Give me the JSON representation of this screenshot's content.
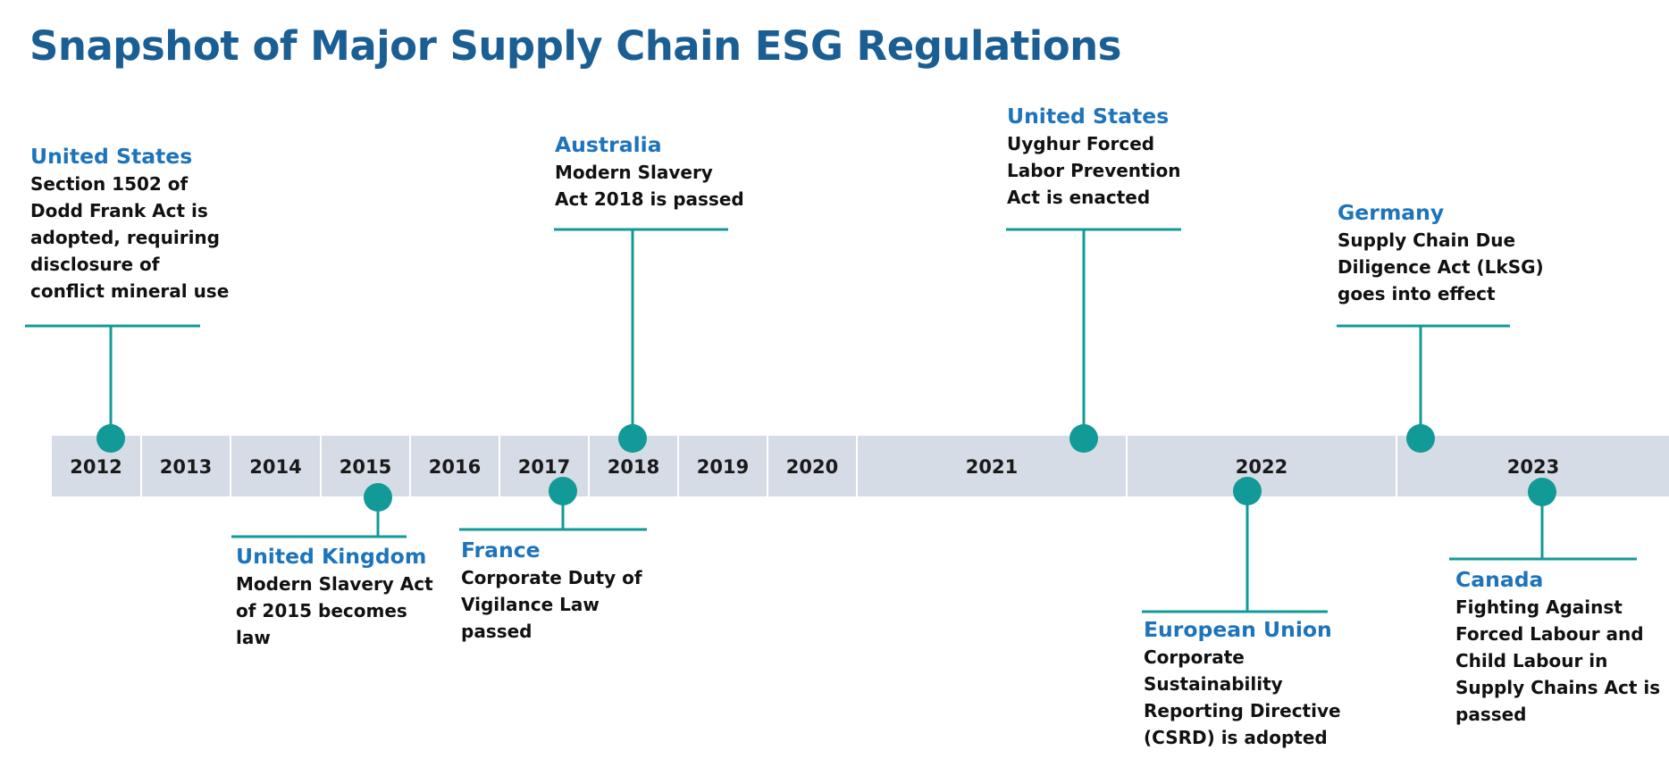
{
  "title": "Snapshot of Major Supply Chain ESG Regulations",
  "colors": {
    "title": "#1b5e93",
    "country": "#1d74bb",
    "connector": "#129a98",
    "band": "#d6dce5",
    "text": "#111111"
  },
  "timeline": {
    "years": [
      "2012",
      "2013",
      "2014",
      "2015",
      "2016",
      "2017",
      "2018",
      "2019",
      "2020",
      "2021",
      "2022",
      "2023"
    ]
  },
  "events": [
    {
      "id": "us-2012",
      "year": "2012",
      "country": "United States",
      "lines": [
        "Section 1502 of",
        "Dodd Frank Act is",
        "adopted, requiring",
        "disclosure of",
        "conflict mineral use"
      ]
    },
    {
      "id": "uk-2015",
      "year": "2015",
      "country": "United Kingdom",
      "lines": [
        "Modern Slavery Act",
        "of 2015 becomes",
        "law"
      ]
    },
    {
      "id": "france-2017",
      "year": "2017",
      "country": "France",
      "lines": [
        "Corporate Duty of",
        "Vigilance Law",
        "passed"
      ]
    },
    {
      "id": "australia-2018",
      "year": "2018",
      "country": "Australia",
      "lines": [
        "Modern Slavery",
        "Act 2018 is passed"
      ]
    },
    {
      "id": "us-2021",
      "year": "2021",
      "country": "United States",
      "lines": [
        "Uyghur Forced",
        "Labor Prevention",
        "Act is enacted"
      ]
    },
    {
      "id": "eu-2022",
      "year": "2022",
      "country": "European Union",
      "lines": [
        "Corporate",
        "Sustainability",
        "Reporting Directive",
        "(CSRD) is adopted"
      ]
    },
    {
      "id": "germany-2023",
      "year": "2023",
      "country": "Germany",
      "lines": [
        "Supply Chain Due",
        "Diligence Act (LkSG)",
        "goes into effect"
      ]
    },
    {
      "id": "canada-2023",
      "year": "2023",
      "country": "Canada",
      "lines": [
        "Fighting Against",
        "Forced Labour and",
        "Child Labour in",
        "Supply Chains Act is",
        "passed"
      ]
    }
  ]
}
